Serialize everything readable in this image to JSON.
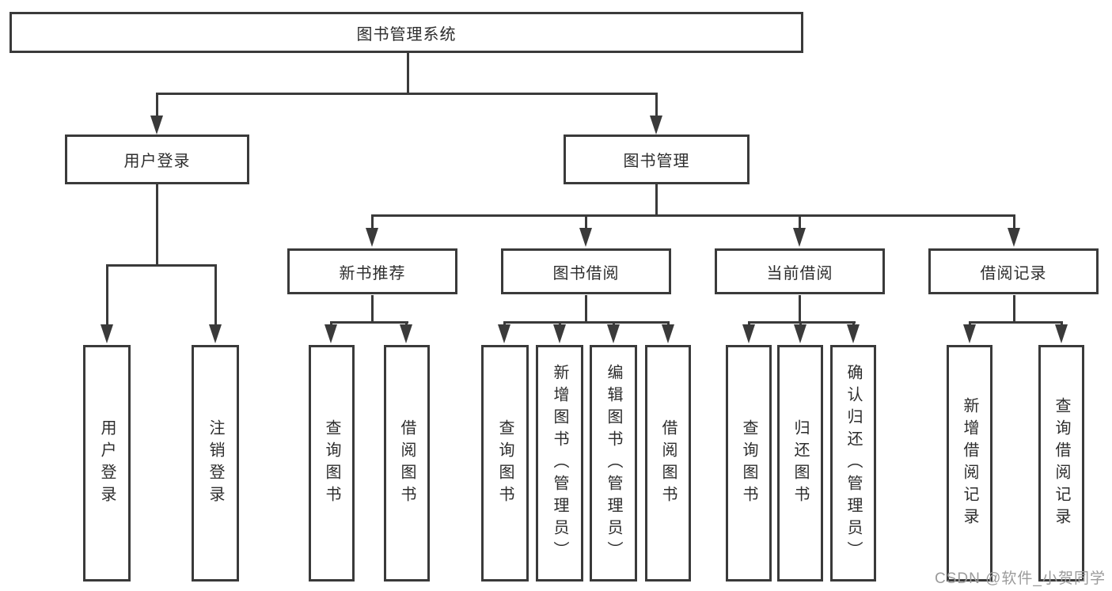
{
  "diagram": {
    "type": "hierarchy-tree",
    "watermark": "CSDN @软件_小贺同学",
    "colors": {
      "line": "#3a3a3a",
      "text": "#2d2d2d",
      "watermark": "#9b9b9b",
      "background": "#ffffff"
    },
    "tree": {
      "label": "图书管理系统",
      "children": [
        {
          "label": "用户登录",
          "children": [
            {
              "label": "用户登录"
            },
            {
              "label": "注销登录"
            }
          ]
        },
        {
          "label": "图书管理",
          "children": [
            {
              "label": "新书推荐",
              "children": [
                {
                  "label": "查询图书"
                },
                {
                  "label": "借阅图书"
                }
              ]
            },
            {
              "label": "图书借阅",
              "children": [
                {
                  "label": "查询图书"
                },
                {
                  "label": "新增图书（管理员）"
                },
                {
                  "label": "编辑图书（管理员）"
                },
                {
                  "label": "借阅图书"
                }
              ]
            },
            {
              "label": "当前借阅",
              "children": [
                {
                  "label": "查询图书"
                },
                {
                  "label": "归还图书"
                },
                {
                  "label": "确认归还（管理员）"
                }
              ]
            },
            {
              "label": "借阅记录",
              "children": [
                {
                  "label": "新增借阅记录"
                },
                {
                  "label": "查询借阅记录"
                }
              ]
            }
          ]
        }
      ]
    }
  }
}
